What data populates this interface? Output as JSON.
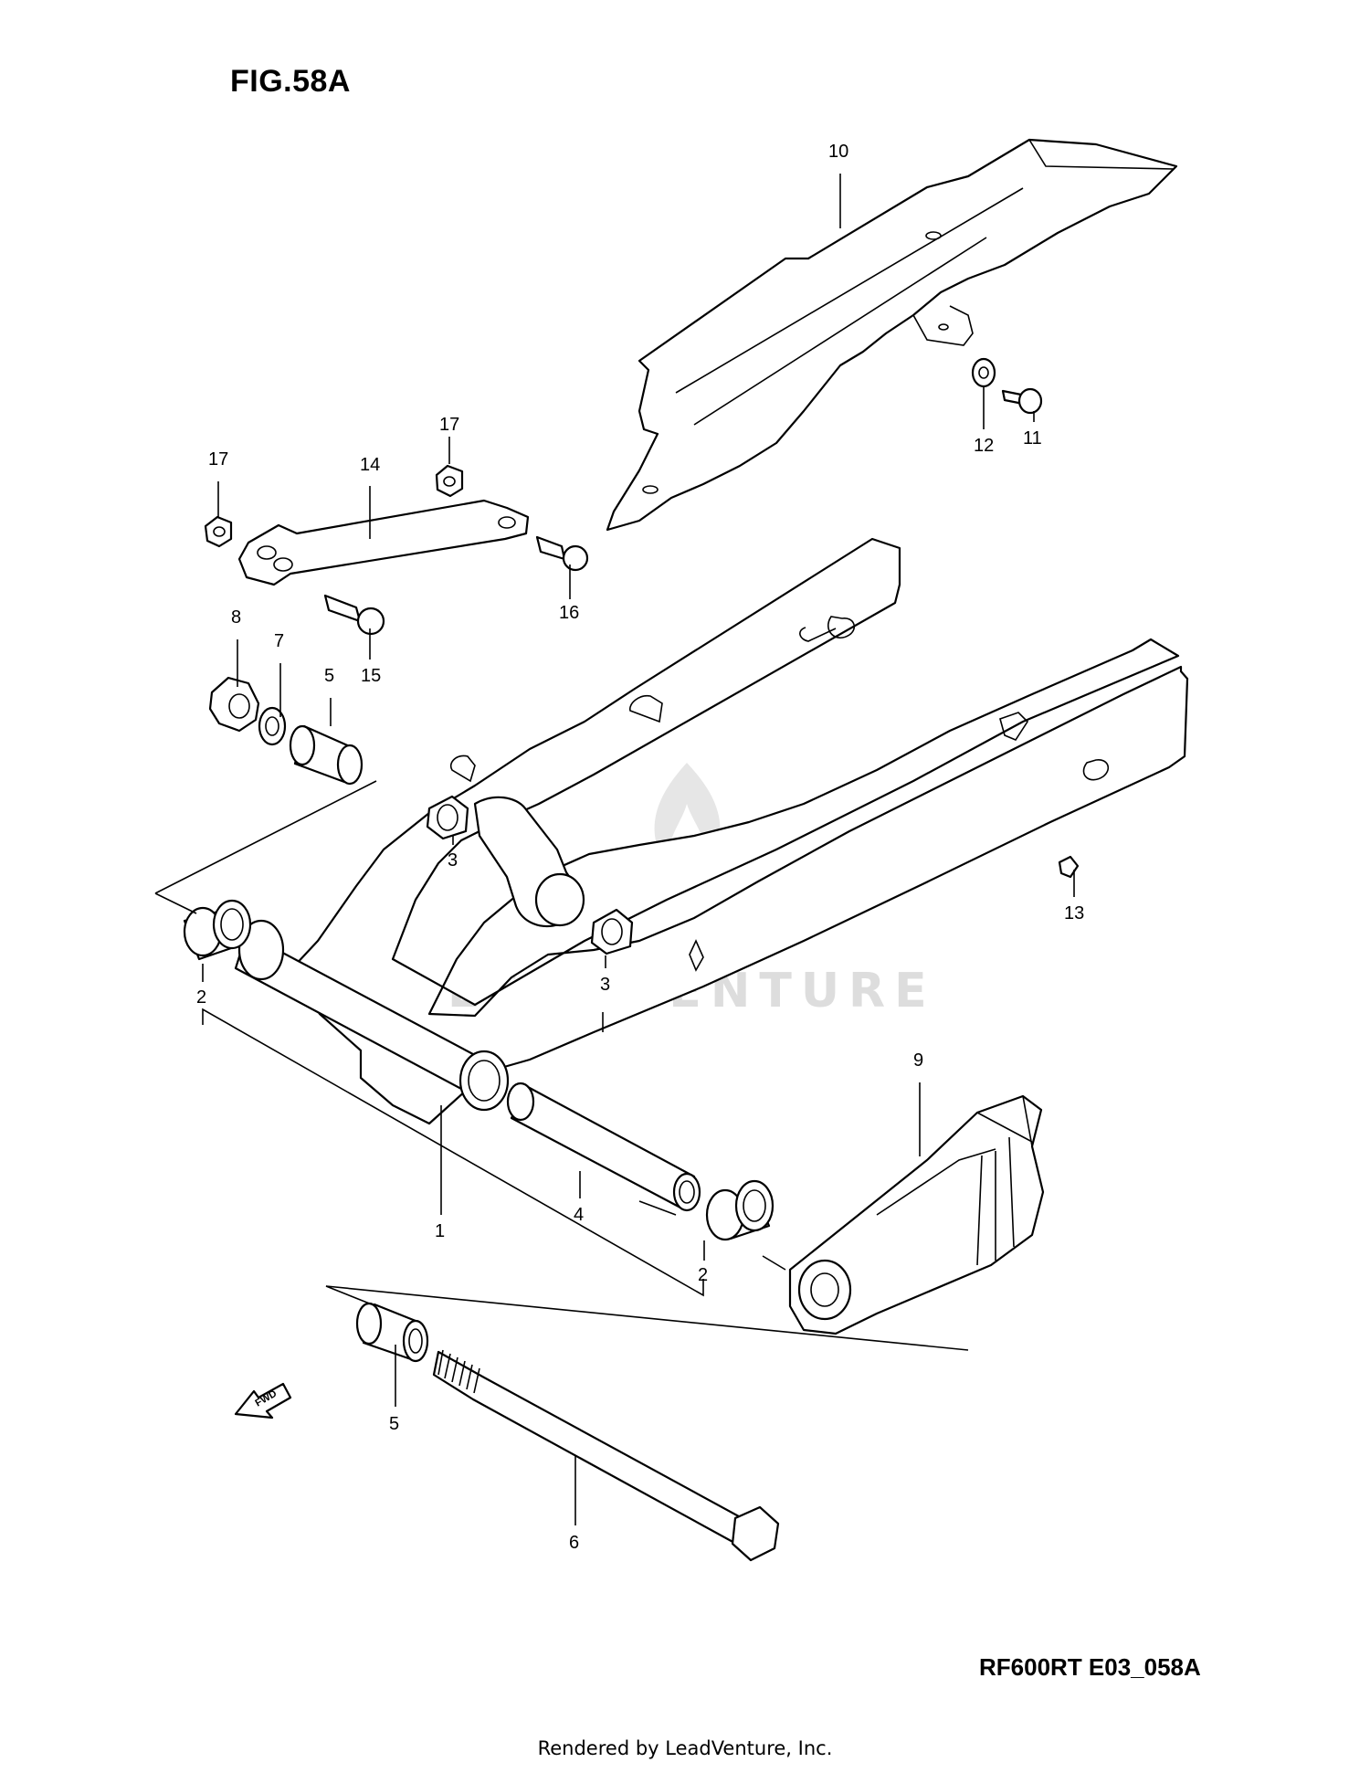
{
  "figure": {
    "title": "FIG.58A",
    "code": "RF600RT E03_058A",
    "watermark": "LEADVENTURE"
  },
  "footer": {
    "text": "Rendered by LeadVenture, Inc."
  },
  "fwd_arrow": {
    "label": "FWD"
  },
  "callouts": [
    "1",
    "2",
    "2",
    "3",
    "3",
    "4",
    "5",
    "5",
    "6",
    "7",
    "8",
    "9",
    "10",
    "11",
    "12",
    "13",
    "14",
    "15",
    "16",
    "17",
    "17"
  ]
}
